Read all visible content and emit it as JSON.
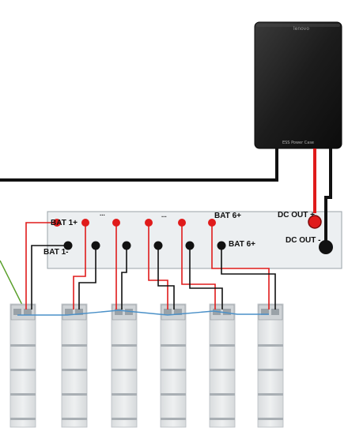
{
  "device": {
    "brand": "lenovo",
    "model": "ESS Power Case"
  },
  "labels": {
    "bat1_pos": "BAT 1+",
    "bat1_neg": "BAT 1-",
    "ellipsis_1": "...",
    "ellipsis_2": "...",
    "bat6_pos": "BAT 6+",
    "bat6_neg": "BAT 6+",
    "dc_out_pos": "DC OUT +",
    "dc_out_neg": "DC OUT -"
  },
  "colors": {
    "positive": "#e01b1b",
    "negative": "#111111",
    "panel": "#eceff1",
    "battery": "#e4e6e8",
    "link": "#4a90c8",
    "ground": "#5aa02c"
  },
  "battery_count": 6
}
